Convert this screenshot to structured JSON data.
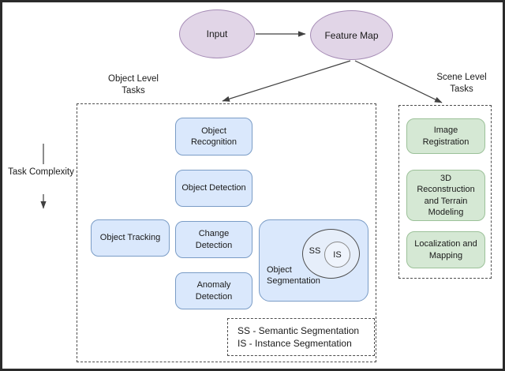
{
  "flow": {
    "input": "Input",
    "feature_map": "Feature Map"
  },
  "task_complexity_label": "Task Complexity",
  "object_level": {
    "title": "Object Level Tasks",
    "tasks": [
      {
        "label": "Object Recognition"
      },
      {
        "label": "Object Detection"
      },
      {
        "label": "Object Tracking"
      },
      {
        "label": "Change Detection"
      },
      {
        "label": "Anomaly Detection"
      },
      {
        "label": "Object Segmentation"
      }
    ],
    "venn": {
      "outer_label": "SS",
      "inner_label": "IS"
    },
    "legend": {
      "line1": "SS - Semantic Segmentation",
      "line2": "IS - Instance Segmentation"
    }
  },
  "scene_level": {
    "title": "Scene Level Tasks",
    "tasks": [
      {
        "label": "Image Registration"
      },
      {
        "label": "3D Reconstruction and Terrain Modeling"
      },
      {
        "label": "Localization and Mapping"
      }
    ]
  },
  "colors": {
    "node_fill": "#e1d5e7",
    "node_stroke": "#a58bb5",
    "object_task_fill": "#dae8fc",
    "object_task_stroke": "#7a9cc6",
    "scene_task_fill": "#d5e8d4",
    "scene_task_stroke": "#9cc199",
    "connector": "#404040",
    "frame": "#2b2b2b"
  }
}
